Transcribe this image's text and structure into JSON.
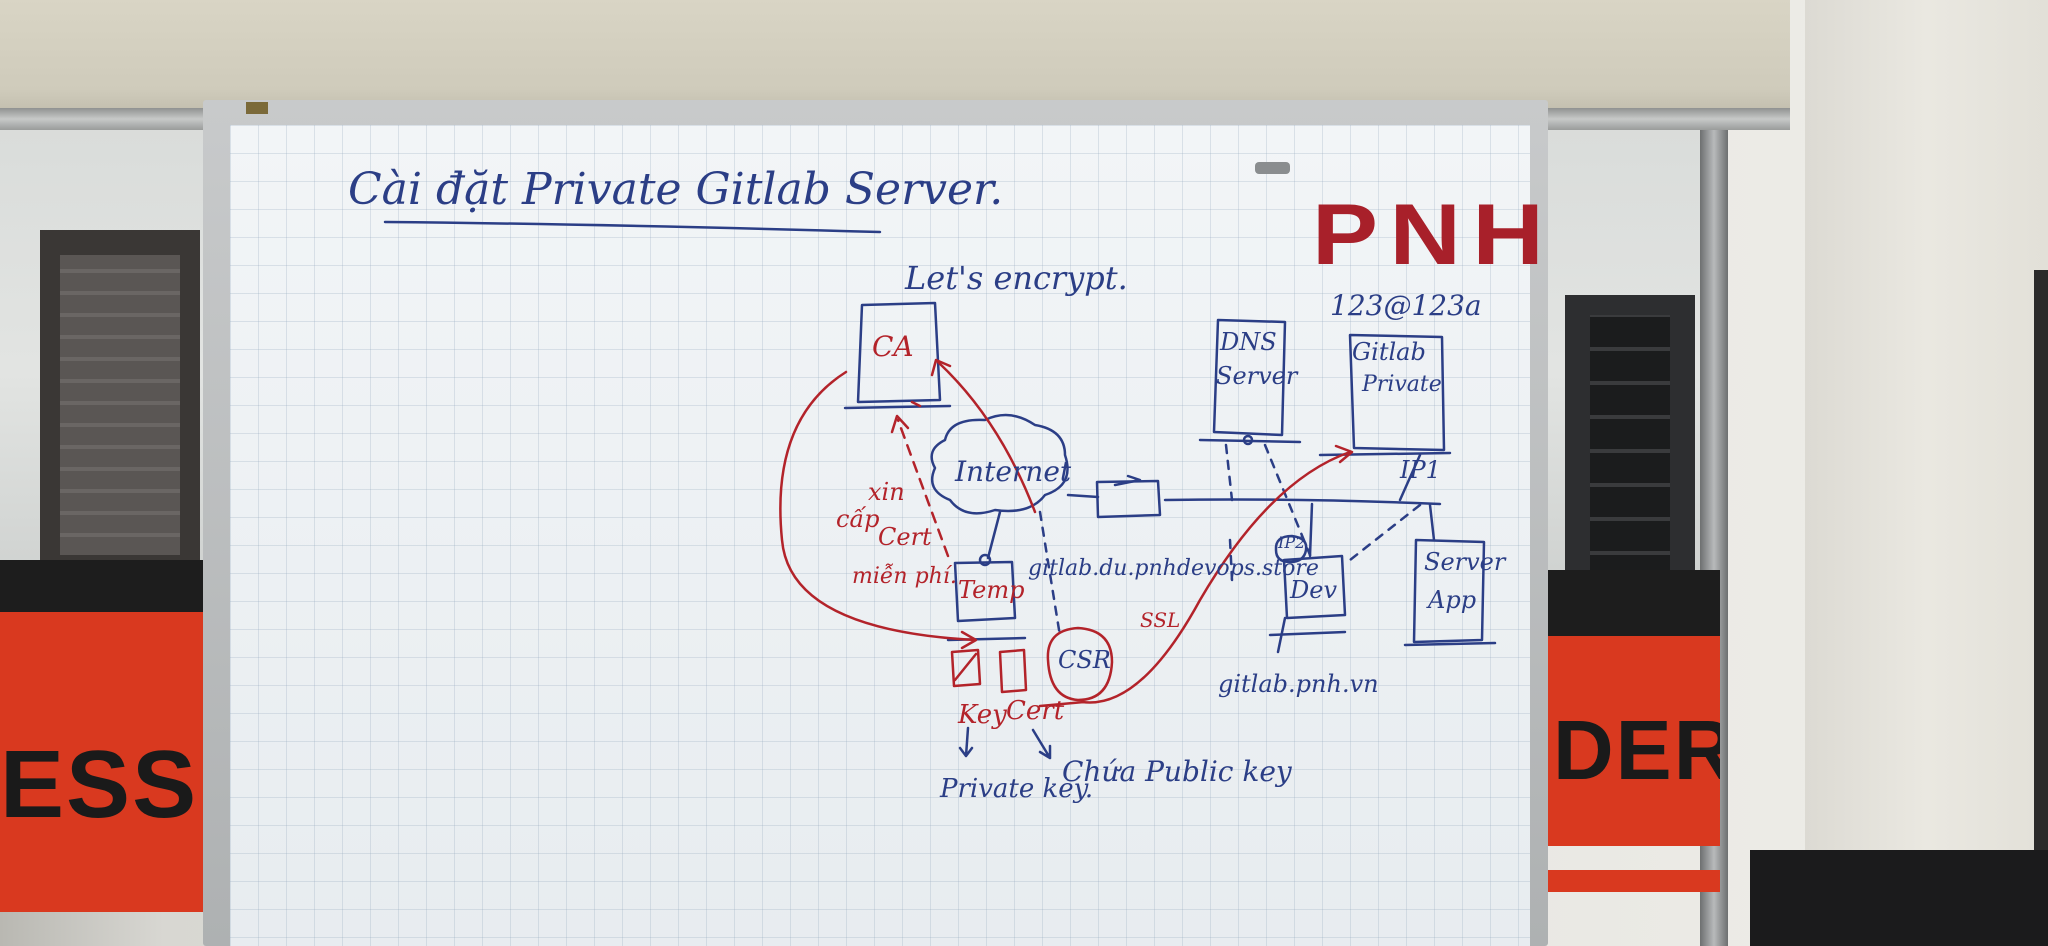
{
  "photo": {
    "banners": {
      "left_text": "ESS",
      "right_text": "DER"
    },
    "whiteboard": {
      "title": "Cài đặt Private Gitlab Server.",
      "logo": "PNH",
      "password_note": "123@123a",
      "lets_encrypt": "Let's encrypt.",
      "ca": "CA",
      "internet": "Internet",
      "xin": "xin",
      "cap": "cấp",
      "cert": "Cert",
      "mien_phi": "miễn phí.",
      "temp": "Temp",
      "domain_primary": "gitlab.du.pnhdevops.store",
      "csr": "CSR",
      "ssl": "SSL",
      "key": "Key",
      "cert_file": "Cert",
      "private_key": "Private key.",
      "public_key": "Chứa Public key",
      "dns_line1": "DNS",
      "dns_line2": "Server",
      "gitlab_line1": "Gitlab",
      "gitlab_line2": "Private",
      "ip1": "IP1",
      "ip2": "IP2",
      "dev": "Dev",
      "server_line1": "Server",
      "server_line2": "App",
      "domain_secondary": "gitlab.pnh.vn"
    },
    "colors": {
      "marker_blue": "#2b3e86",
      "marker_red": "#b3232a",
      "banner_red": "#d9391f"
    }
  }
}
